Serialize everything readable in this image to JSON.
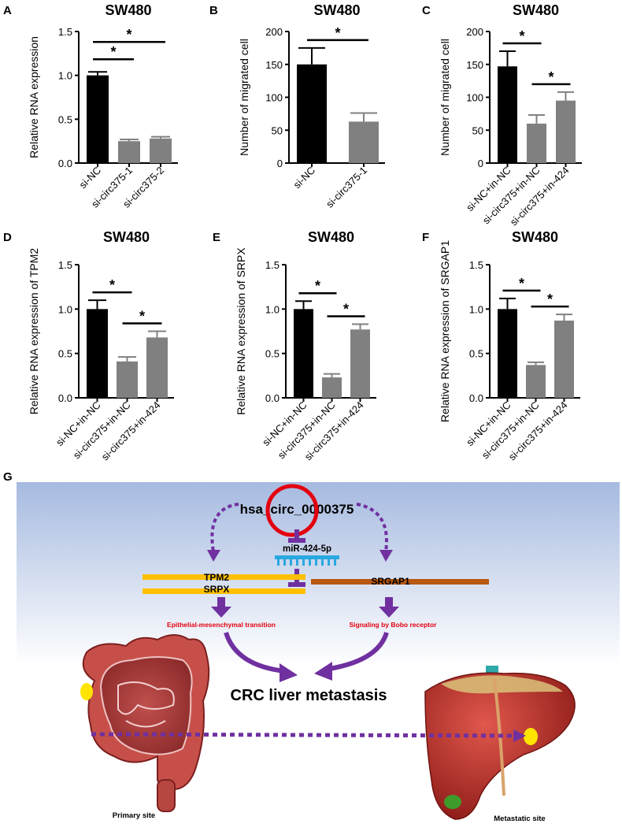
{
  "chart_data": [
    {
      "panel": "A",
      "type": "bar",
      "title": "SW480",
      "ylabel": "Relative RNA expression",
      "ylim": [
        0,
        1.5
      ],
      "yticks": [
        "0.0",
        "0.5",
        "1.0",
        "1.5"
      ],
      "categories": [
        "si-NC",
        "si-circ375-1",
        "si-circ375-2"
      ],
      "values": [
        1.0,
        0.25,
        0.28
      ],
      "errors": [
        0.04,
        0.02,
        0.02
      ],
      "colors": [
        "#000000",
        "#808080",
        "#808080"
      ],
      "significance": [
        {
          "from": 0,
          "to": 1,
          "label": "*"
        },
        {
          "from": 0,
          "to": 2,
          "label": "*"
        }
      ]
    },
    {
      "panel": "B",
      "type": "bar",
      "title": "SW480",
      "ylabel": "Number of migrated cell",
      "ylim": [
        0,
        200
      ],
      "yticks": [
        "0",
        "50",
        "100",
        "150",
        "200"
      ],
      "categories": [
        "si-NC",
        "si-circ375-1"
      ],
      "values": [
        150,
        63
      ],
      "errors": [
        25,
        13
      ],
      "colors": [
        "#000000",
        "#808080"
      ],
      "significance": [
        {
          "from": 0,
          "to": 1,
          "label": "*"
        }
      ]
    },
    {
      "panel": "C",
      "type": "bar",
      "title": "SW480",
      "ylabel": "Number of migrated cell",
      "ylim": [
        0,
        200
      ],
      "yticks": [
        "0",
        "50",
        "100",
        "150",
        "200"
      ],
      "categories": [
        "si-NC+in-NC",
        "si-circ375+in-NC",
        "si-circ375+in-424"
      ],
      "values": [
        147,
        60,
        95
      ],
      "errors": [
        23,
        13,
        13
      ],
      "colors": [
        "#000000",
        "#808080",
        "#808080"
      ],
      "significance": [
        {
          "from": 0,
          "to": 1,
          "label": "*"
        },
        {
          "from": 1,
          "to": 2,
          "label": "*"
        }
      ]
    },
    {
      "panel": "D",
      "type": "bar",
      "title": "SW480",
      "ylabel": "Relative RNA expression of TPM2",
      "ylim": [
        0,
        1.5
      ],
      "yticks": [
        "0.0",
        "0.5",
        "1.0",
        "1.5"
      ],
      "categories": [
        "si-NC+in-NC",
        "si-circ375+in-NC",
        "si-circ375+in-424"
      ],
      "values": [
        1.0,
        0.41,
        0.68
      ],
      "errors": [
        0.1,
        0.05,
        0.07
      ],
      "colors": [
        "#000000",
        "#808080",
        "#808080"
      ],
      "significance": [
        {
          "from": 0,
          "to": 1,
          "label": "*"
        },
        {
          "from": 1,
          "to": 2,
          "label": "*"
        }
      ]
    },
    {
      "panel": "E",
      "type": "bar",
      "title": "SW480",
      "ylabel": "Relative RNA expression of SRPX",
      "ylim": [
        0,
        1.5
      ],
      "yticks": [
        "0.0",
        "0.5",
        "1.0",
        "1.5"
      ],
      "categories": [
        "si-NC+in-NC",
        "si-circ375+in-NC",
        "si-circ375+in-424"
      ],
      "values": [
        1.0,
        0.23,
        0.77
      ],
      "errors": [
        0.09,
        0.04,
        0.06
      ],
      "colors": [
        "#000000",
        "#808080",
        "#808080"
      ],
      "significance": [
        {
          "from": 0,
          "to": 1,
          "label": "*"
        },
        {
          "from": 1,
          "to": 2,
          "label": "*"
        }
      ]
    },
    {
      "panel": "F",
      "type": "bar",
      "title": "SW480",
      "ylabel": "Relative RNA expression of SRGAP1",
      "ylim": [
        0,
        1.5
      ],
      "yticks": [
        "0.0",
        "0.5",
        "1.0",
        "1.5"
      ],
      "categories": [
        "si-NC+in-NC",
        "si-circ375+in-NC",
        "si-circ375+in-424"
      ],
      "values": [
        1.0,
        0.37,
        0.87
      ],
      "errors": [
        0.12,
        0.03,
        0.07
      ],
      "colors": [
        "#000000",
        "#808080",
        "#808080"
      ],
      "significance": [
        {
          "from": 0,
          "to": 1,
          "label": "*"
        },
        {
          "from": 1,
          "to": 2,
          "label": "*"
        }
      ]
    }
  ],
  "diagram": {
    "panel": "G",
    "circ_label": "hsa_circ_0000375",
    "mirna_label": "miR-424-5p",
    "gene_left_1": "TPM2",
    "gene_left_2": "SRPX",
    "gene_right": "SRGAP1",
    "pathway_left": "Epithelial-mesenchymal transition",
    "pathway_right": "Signaling by Bobo receptor",
    "outcome": "CRC liver metastasis",
    "site_left": "Primary site",
    "site_right": "Metastatic site",
    "colors": {
      "arrow": "#7030a0",
      "circle": "#e3000f",
      "mirna": "#29a8e0",
      "gene_yellow": "#ffc000",
      "gene_brown": "#b8570f",
      "pathway_text": "#e3000f",
      "background_top": "#a6bae0",
      "background_bottom": "#ffffff"
    },
    "icons": [
      "intestine-illustration",
      "liver-illustration",
      "tumor-spot-icon"
    ]
  }
}
